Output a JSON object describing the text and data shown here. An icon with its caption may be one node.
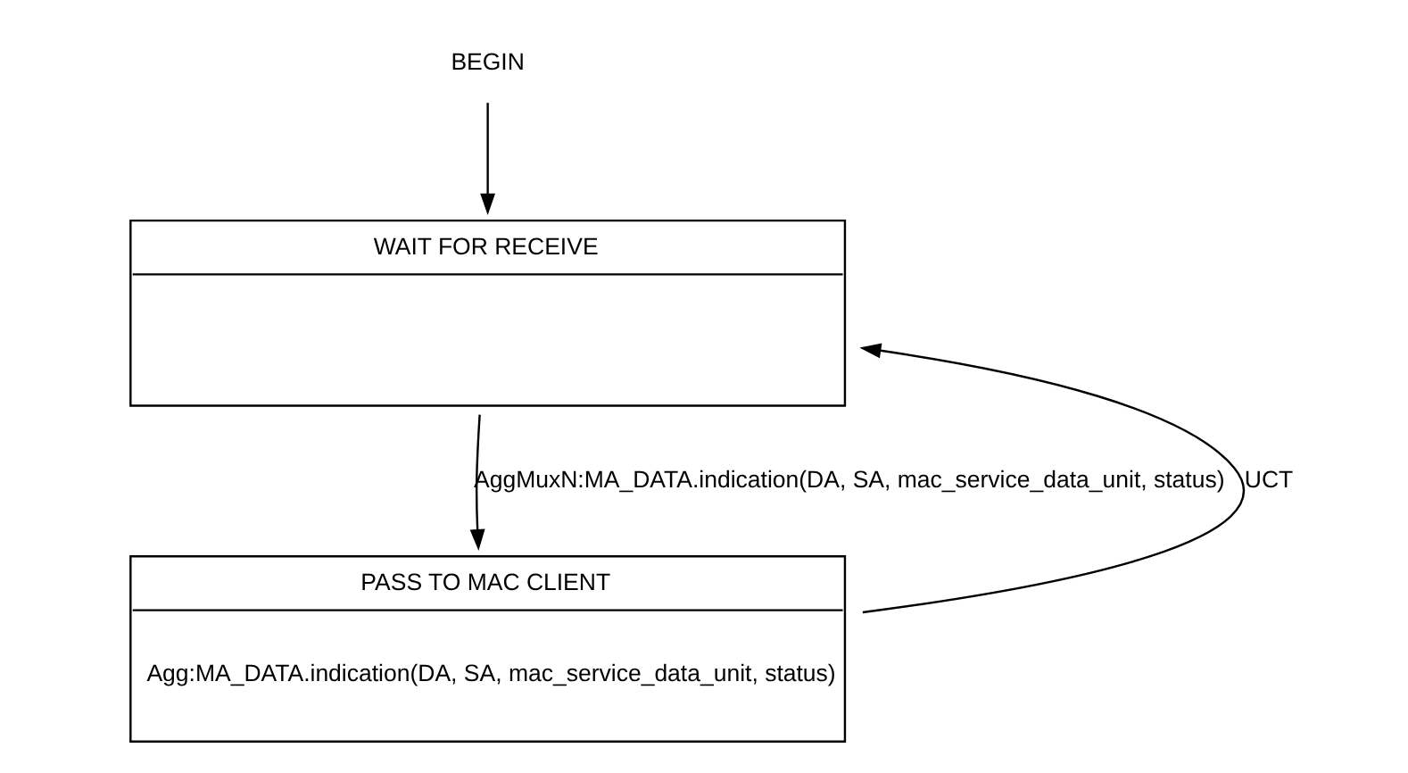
{
  "diagram": {
    "nodes": [
      {
        "text": [
          "BEGIN"
        ]
      },
      {
        "text": [
          "WAIT FOR RECEIVE"
        ]
      },
      {
        "text": [
          "PASS TO MAC CLIENT",
          "Agg:MA_DATA.indication(DA, SA, mac_service_data_unit, status)"
        ]
      }
    ],
    "edges": [
      {
        "from": 0,
        "to": 1,
        "arrow": "to"
      },
      {
        "from": 1,
        "to": 2,
        "arrow": "to",
        "label": "AggMuxN:MA_DATA.indication(DA, SA, mac_service_data_unit, status)"
      },
      {
        "from": 2,
        "to": 1,
        "arrow": "to",
        "label": "UCT"
      }
    ]
  }
}
